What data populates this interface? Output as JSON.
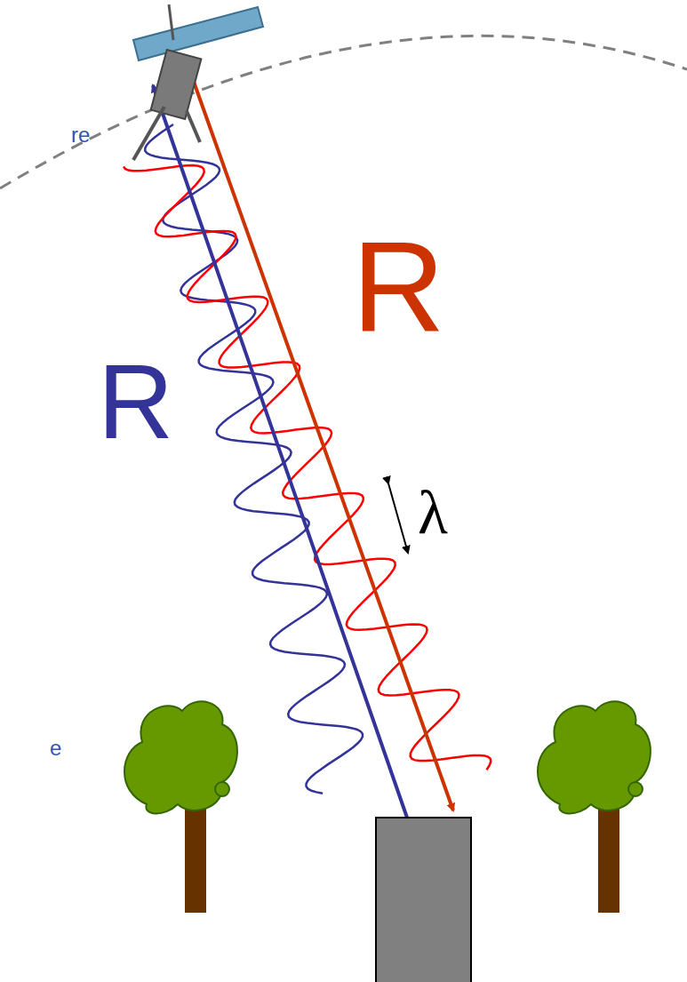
{
  "diagram": {
    "labels": [
      "re",
      "R",
      "R",
      "λ",
      "e"
    ]
  }
}
